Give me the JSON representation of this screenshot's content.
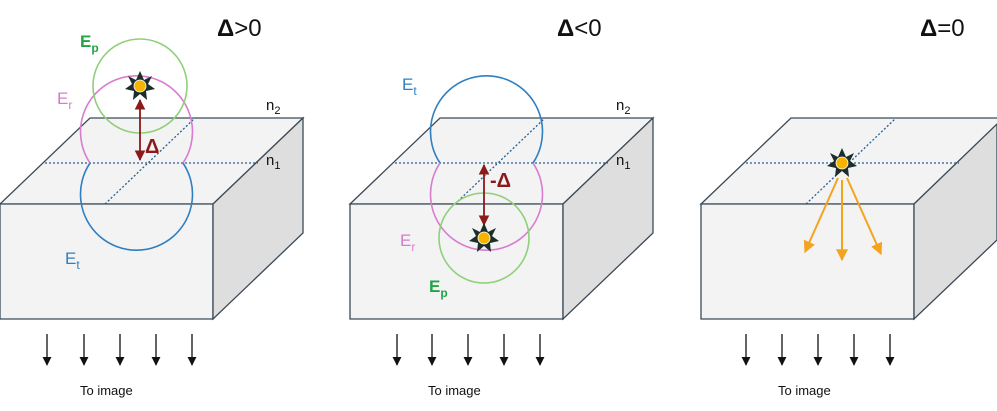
{
  "colors": {
    "box_face": "#f3f3f3",
    "box_side": "#dedede",
    "box_stroke": "#3a4a58",
    "interface_line": "#2a5d8f",
    "circle_p": "#8fd07a",
    "circle_r": "#d97cd0",
    "circle_t": "#2f7fc1",
    "label_p": "#22a447",
    "label_r": "#d67ccc",
    "label_t": "#2f7fc1",
    "delta_arrow": "#8b1a1a",
    "ray_arrow": "#f4a31d",
    "emitter_fill": "#f5b400",
    "emitter_star": "#1c2d2a"
  },
  "panels": [
    {
      "title_symbol": "Δ",
      "title_rel": ">0",
      "n_top_base": "n",
      "n_top_sub": "2",
      "n_bottom_base": "n",
      "n_bottom_sub": "1",
      "label_p_base": "E",
      "label_p_sub": "p",
      "label_r_base": "E",
      "label_r_sub": "r",
      "label_t_base": "E",
      "label_t_sub": "t",
      "delta_label": "Δ",
      "caption": "To image"
    },
    {
      "title_symbol": "Δ",
      "title_rel": "<0",
      "n_top_base": "n",
      "n_top_sub": "2",
      "n_bottom_base": "n",
      "n_bottom_sub": "1",
      "label_p_base": "E",
      "label_p_sub": "p",
      "label_r_base": "E",
      "label_r_sub": "r",
      "label_t_base": "E",
      "label_t_sub": "t",
      "delta_label": "-Δ",
      "caption": "To image"
    },
    {
      "title_symbol": "Δ",
      "title_rel": "=0",
      "caption": "To image"
    }
  ]
}
